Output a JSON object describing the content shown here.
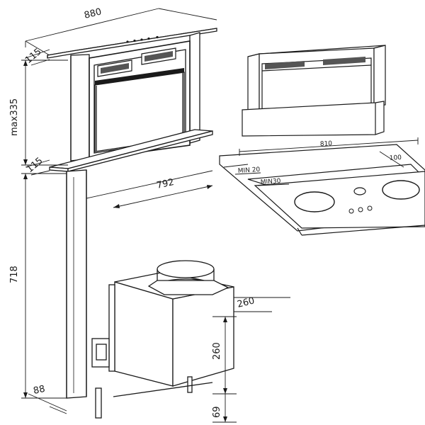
{
  "main_view": {
    "dimensions": {
      "width_top": "880",
      "depth_top": "115",
      "height_max": "max335",
      "depth_base": "115",
      "width_cutout": "792",
      "height_body": "718",
      "base_depth": "88",
      "motor_depth": "260",
      "motor_height": "260",
      "motor_offset": "69"
    }
  },
  "inset_view": {
    "dimensions": {
      "cutout_width": "810",
      "cutout_depth": "100",
      "min_front": "MIN 20",
      "min_side": "MIN30"
    }
  },
  "colors": {
    "line": "#1a1a1a",
    "panel": "#4a4a4a",
    "vent": "#555555"
  }
}
